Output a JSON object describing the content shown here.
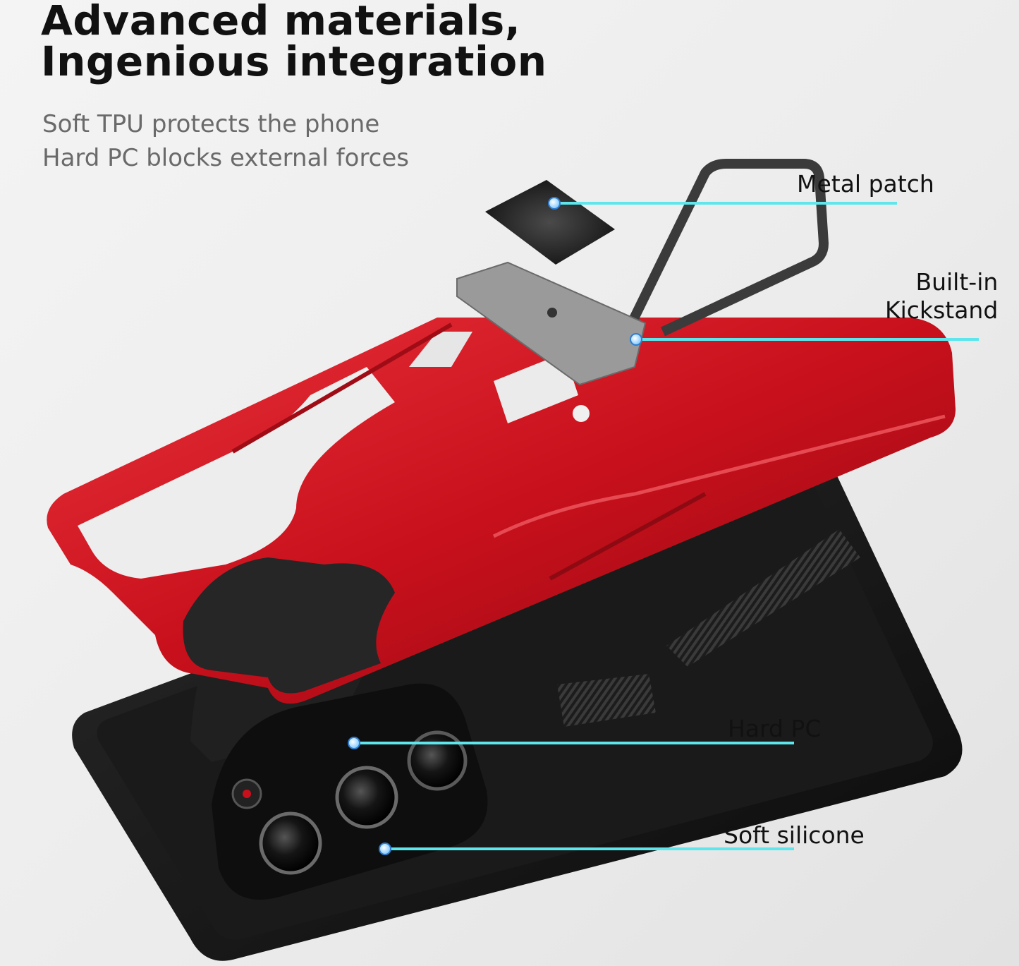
{
  "headline": {
    "line1": "Advanced materials,",
    "line2": "Ingenious integration"
  },
  "subtitle": {
    "line1": "Soft TPU protects the phone",
    "line2": "Hard PC blocks external forces"
  },
  "callouts": {
    "metal_patch": "Metal patch",
    "kickstand_line1": "Built-in",
    "kickstand_line2": "Kickstand",
    "hard_pc": "Hard PC",
    "soft_silicone": "Soft silicone"
  },
  "colors": {
    "frame_red": "#c8101c",
    "case_black": "#141414",
    "callout_line": "#5de6ec",
    "kickstand_metal": "#8e8e8e"
  }
}
